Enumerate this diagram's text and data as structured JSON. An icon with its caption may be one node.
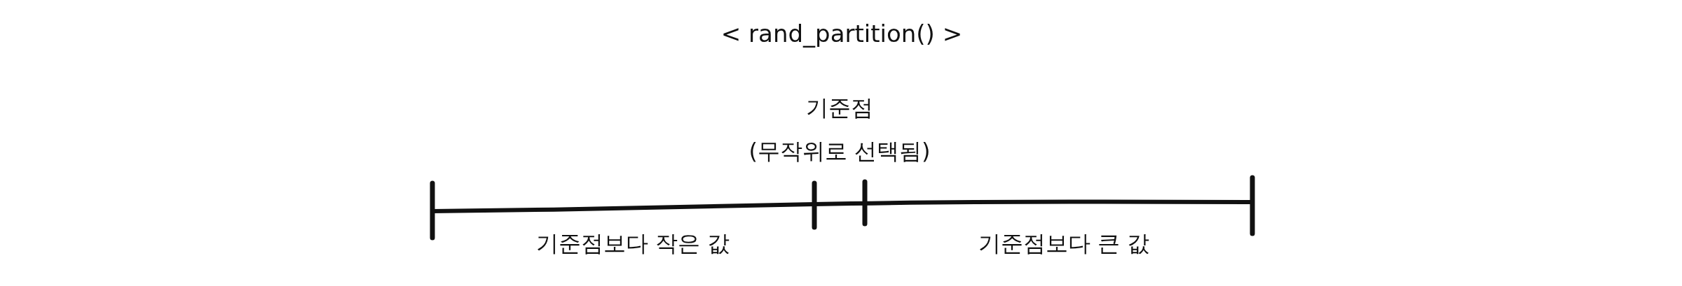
{
  "diagram": {
    "title": "< rand_partition() >",
    "labels": [
      "기준점",
      "(무작위로 선택됨)",
      "기준점보다 작은 값",
      "기준점보다 큰 값"
    ]
  }
}
